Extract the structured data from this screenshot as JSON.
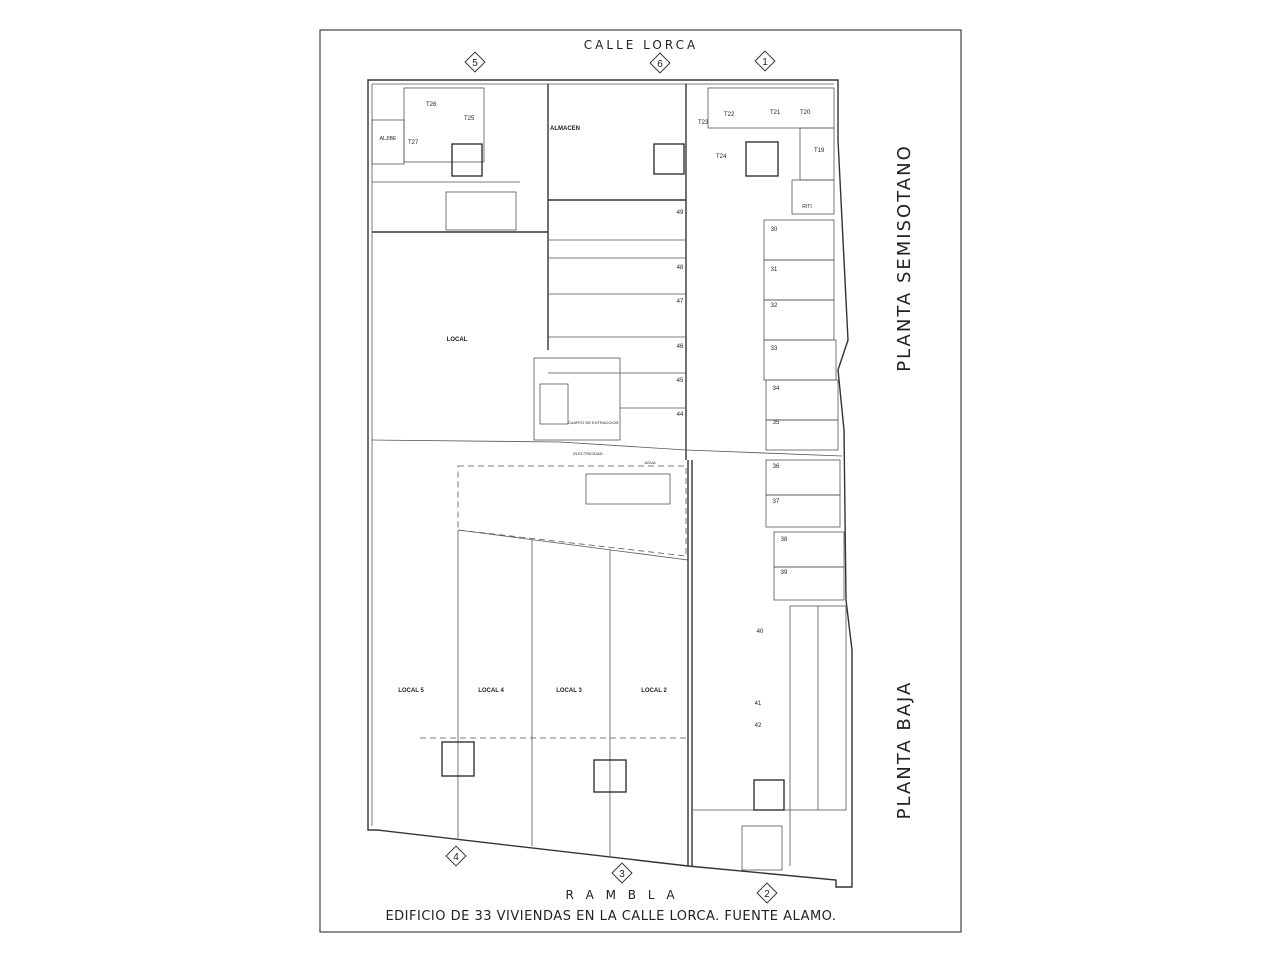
{
  "streets": {
    "top": "CALLE  LORCA",
    "bottom": "R A M B L A"
  },
  "axis_markers": [
    "1",
    "2",
    "3",
    "4",
    "5",
    "6"
  ],
  "vertical_titles": {
    "upper": "PLANTA SEMISOTANO",
    "lower": "PLANTA BAJA"
  },
  "footer_title": "EDIFICIO DE 33 VIVIENDAS EN LA CALLE LORCA. FUENTE ALAMO.",
  "storage_rooms": [
    "T19",
    "T20",
    "T21",
    "T22",
    "T23",
    "T24",
    "T25",
    "T26",
    "T27"
  ],
  "rooms": {
    "almacen": "ALMACEN",
    "aljibe": "ALJIBE",
    "local": "LOCAL",
    "rite": "RITI",
    "cuarto_extraccion": "CUARTO DE EXTRACCION",
    "electricidad": "ELECTRICIDAD",
    "agua": "AGUA"
  },
  "parking_spaces_right": [
    "30",
    "31",
    "32",
    "33",
    "34",
    "35",
    "36",
    "37",
    "38",
    "39"
  ],
  "parking_spaces_center": [
    "49",
    "48",
    "47",
    "46",
    "45",
    "44"
  ],
  "parking_spaces_ground": [
    "40",
    "41",
    "42"
  ],
  "locales": [
    "LOCAL 5",
    "LOCAL 4",
    "LOCAL 3",
    "LOCAL 2"
  ]
}
